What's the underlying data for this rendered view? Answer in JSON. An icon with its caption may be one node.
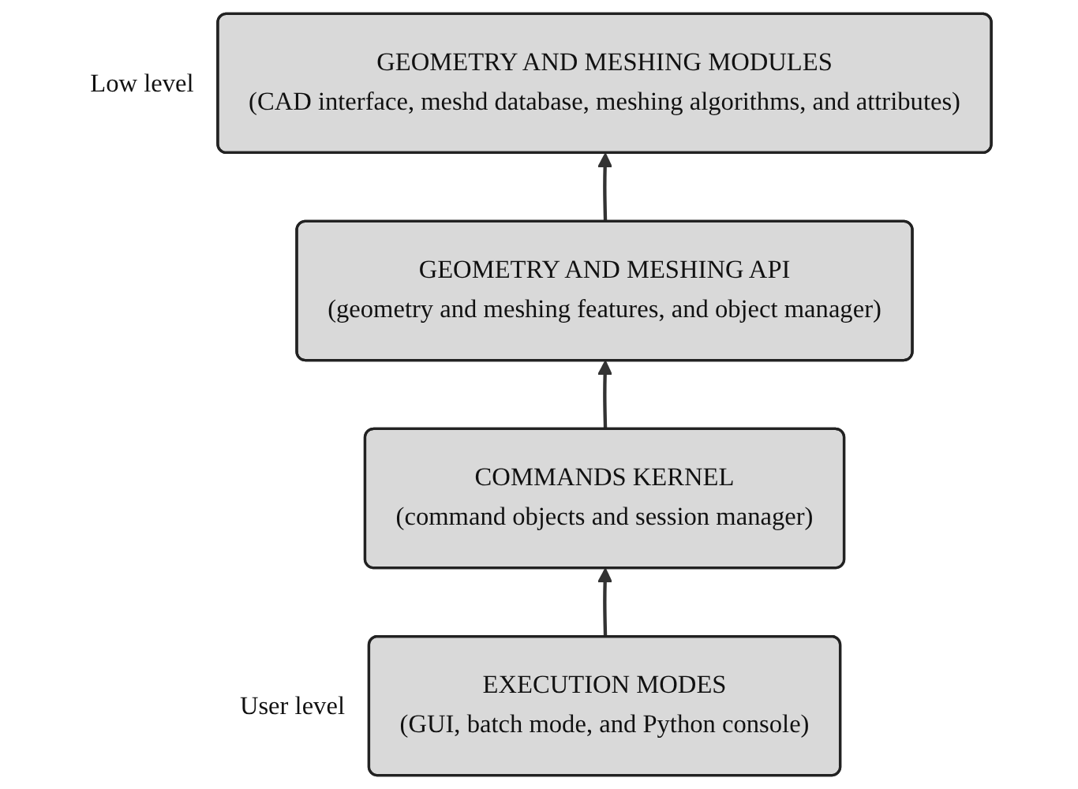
{
  "diagram": {
    "nodes": [
      {
        "text": [
          "GEOMETRY AND MESHING MODULES",
          "(CAD interface, meshd database, meshing algorithms, and attributes)"
        ],
        "beside": [
          "Low level"
        ]
      },
      {
        "text": [
          "GEOMETRY AND MESHING API",
          "(geometry and meshing features, and object manager)"
        ]
      },
      {
        "text": [
          "COMMANDS KERNEL",
          "(command objects and session manager)"
        ]
      },
      {
        "text": [
          "EXECUTION MODES",
          "(GUI, batch mode, and Python console)"
        ],
        "beside": [
          "User level"
        ]
      }
    ],
    "edges": [
      {
        "from": 3,
        "to": 2,
        "arrow": "to"
      },
      {
        "from": 2,
        "to": 1,
        "arrow": "to"
      },
      {
        "from": 1,
        "to": 0,
        "arrow": "to"
      }
    ]
  }
}
